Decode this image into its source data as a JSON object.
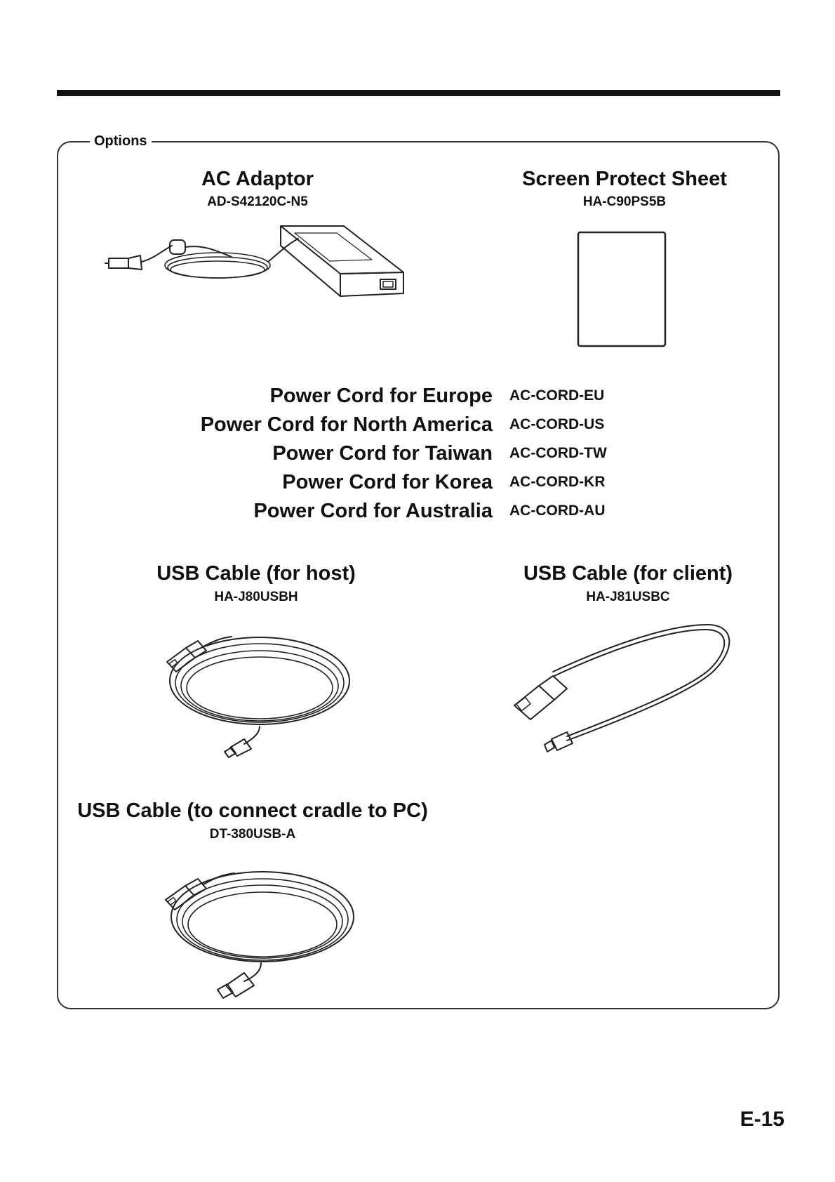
{
  "section_label": "Options",
  "items": {
    "ac_adaptor": {
      "title": "AC Adaptor",
      "model": "AD-S42120C-N5"
    },
    "screen_protect_sheet": {
      "title": "Screen Protect Sheet",
      "model": "HA-C90PS5B"
    },
    "usb_host": {
      "title": "USB Cable (for host)",
      "model": "HA-J80USBH"
    },
    "usb_client": {
      "title": "USB Cable (for client)",
      "model": "HA-J81USBC"
    },
    "usb_cradle": {
      "title": "USB Cable (to connect cradle to PC)",
      "model": "DT-380USB-A"
    }
  },
  "power_cords": [
    {
      "name": "Power Cord for Europe",
      "model": "AC-CORD-EU"
    },
    {
      "name": "Power Cord for North America",
      "model": "AC-CORD-US"
    },
    {
      "name": "Power Cord for Taiwan",
      "model": "AC-CORD-TW"
    },
    {
      "name": "Power Cord for Korea",
      "model": "AC-CORD-KR"
    },
    {
      "name": "Power Cord for Australia",
      "model": "AC-CORD-AU"
    }
  ],
  "page_number": "E-15"
}
